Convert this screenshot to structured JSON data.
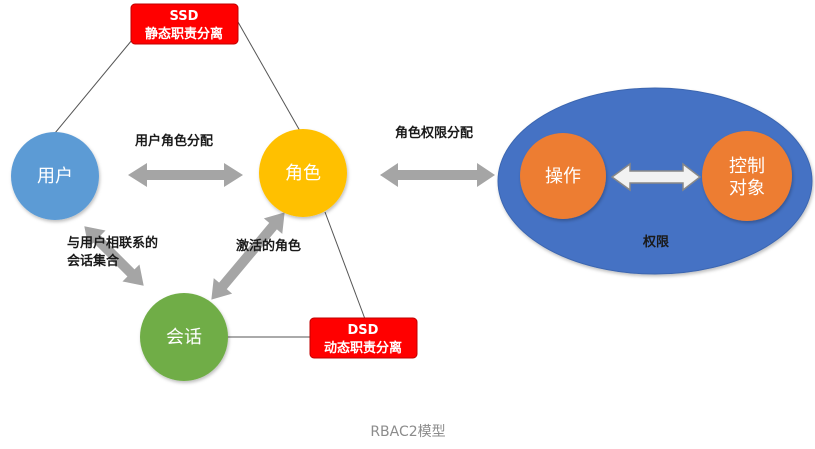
{
  "nodes": {
    "user": "用户",
    "role": "角色",
    "session": "会话",
    "operation": "操作",
    "control_object": [
      "控制",
      "对象"
    ],
    "permission": "权限"
  },
  "labels": {
    "user_role_assignment": "用户角色分配",
    "role_permission_assignment": "角色权限分配",
    "user_session": [
      "与用户相联系的",
      "会话集合"
    ],
    "activated_roles": "激活的角色"
  },
  "constraints": {
    "ssd": {
      "title": "SSD",
      "subtitle": "静态职责分离"
    },
    "dsd": {
      "title": "DSD",
      "subtitle": "动态职责分离"
    }
  },
  "caption": "RBAC2模型",
  "colors": {
    "user": "#5b9bd5",
    "role": "#ffc000",
    "session": "#70ad47",
    "permission_ellipse": "#4472c4",
    "operation": "#ed7d31",
    "control_object": "#ed7d31",
    "constraint_box": "#ff0000",
    "arrow": "#a5a5a5"
  }
}
